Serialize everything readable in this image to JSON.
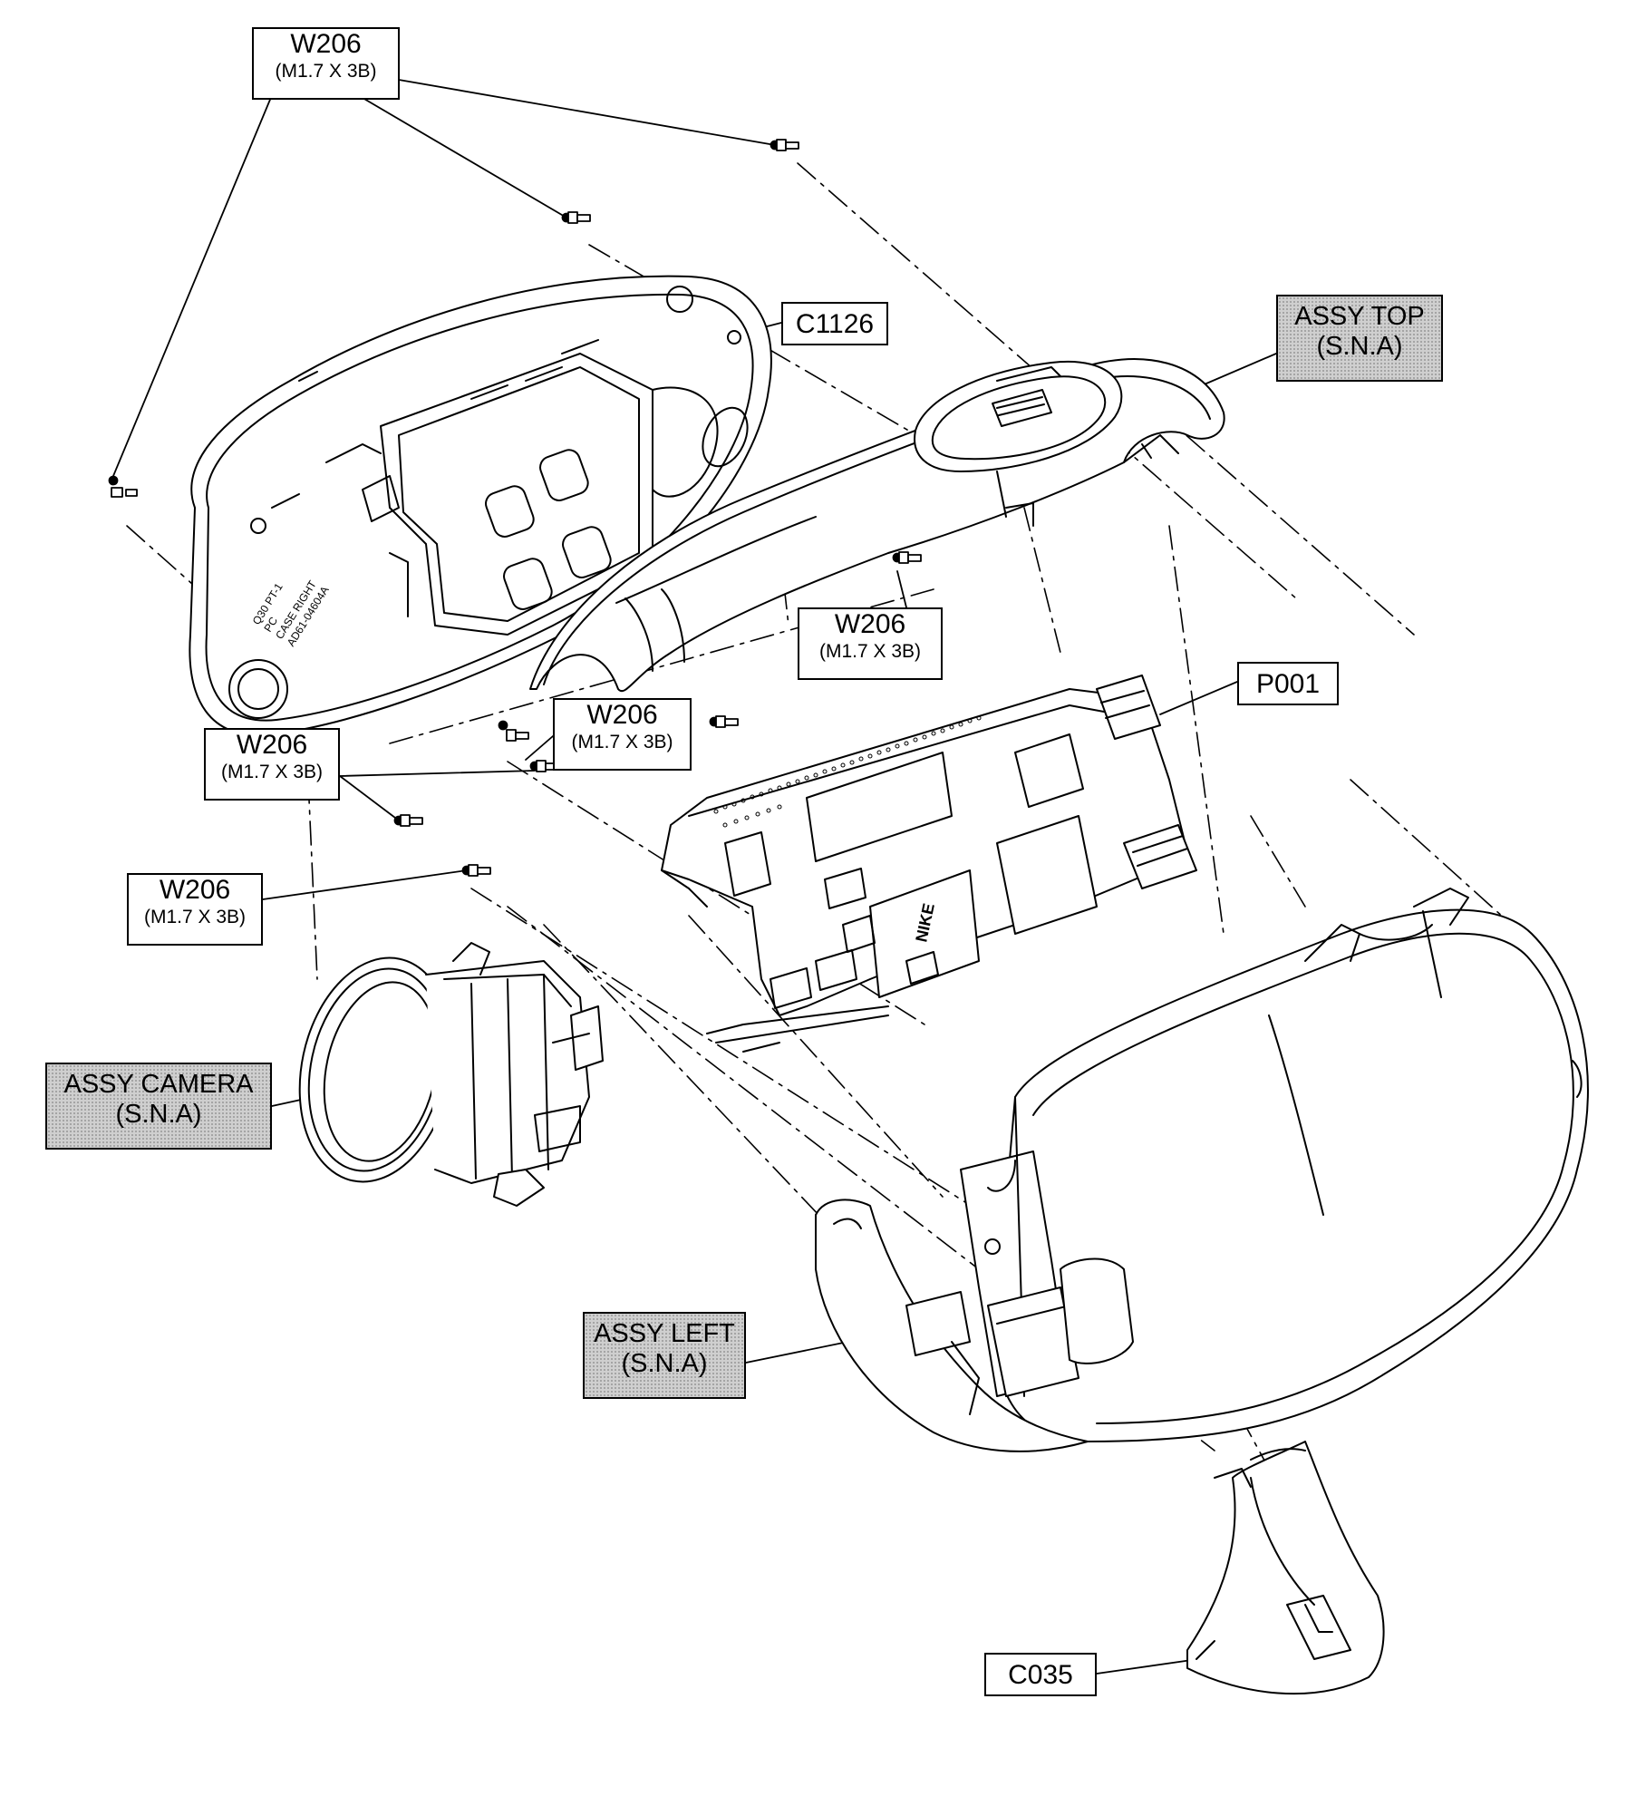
{
  "labels": {
    "w206_top": {
      "code": "W206",
      "spec": "(M1.7 X 3B)"
    },
    "c1126": {
      "code": "C1126"
    },
    "assy_top": {
      "code": "ASSY TOP",
      "spec": "(S.N.A)"
    },
    "w206_mid_right": {
      "code": "W206",
      "spec": "(M1.7 X 3B)"
    },
    "p001": {
      "code": "P001"
    },
    "w206_center": {
      "code": "W206",
      "spec": "(M1.7 X 3B)"
    },
    "w206_left": {
      "code": "W206",
      "spec": "(M1.7 X 3B)"
    },
    "w206_lower_left": {
      "code": "W206",
      "spec": "(M1.7 X 3B)"
    },
    "assy_camera": {
      "code": "ASSY CAMERA",
      "spec": "(S.N.A)"
    },
    "assy_left": {
      "code": "ASSY LEFT",
      "spec": "(S.N.A)"
    },
    "c035": {
      "code": "C035"
    }
  },
  "case_marking": [
    "Q30 PT-1",
    "PC",
    "CASE RIGHT",
    "AD61-04604A"
  ],
  "pcb_chip_marking": "NIKE",
  "colors": {
    "line": "#000000",
    "background": "#ffffff",
    "shaded_label": "#cfcfcf"
  }
}
